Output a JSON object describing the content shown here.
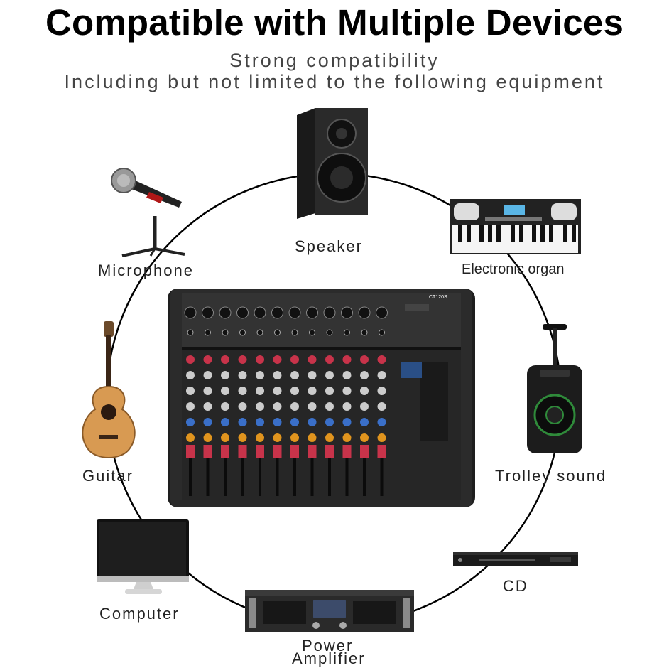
{
  "header": {
    "title": "Compatible with Multiple Devices",
    "subtitle_line1": "Strong compatibility",
    "subtitle_line2": "Including but not limited to the following equipment"
  },
  "devices": {
    "speaker": "Speaker",
    "microphone": "Microphone",
    "organ": "Electronic organ",
    "guitar": "Guitar",
    "trolley": "Trolley sound",
    "computer": "Computer",
    "cd": "CD",
    "amp_line1": "Power",
    "amp_line2": "Amplifier"
  },
  "mixer": {
    "model": "CT120S"
  }
}
